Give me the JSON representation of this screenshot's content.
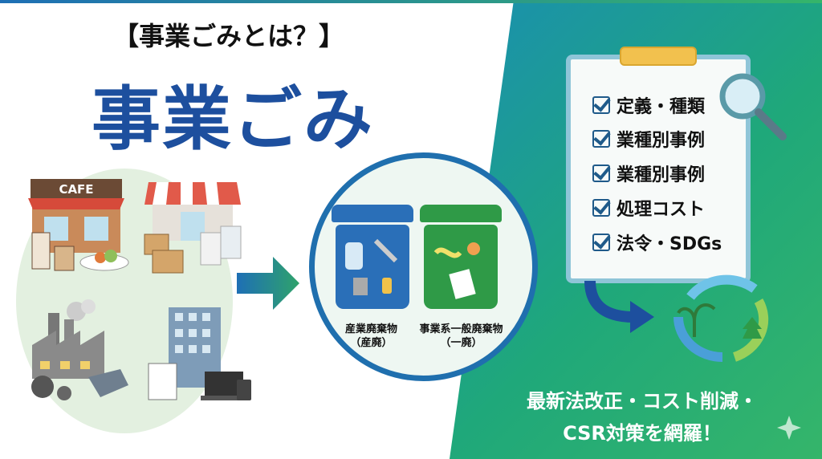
{
  "header": {
    "subtitle": "【事業ごみとは？】",
    "title": "事業ごみ"
  },
  "illustrations": {
    "cafe_sign": "CAFE"
  },
  "bins": [
    {
      "label": "産業廃棄物",
      "sub": "（産廃）",
      "color": "#2a6fb8"
    },
    {
      "label": "事業系一般廃棄物",
      "sub": "（一廃）",
      "color": "#2f9a47"
    }
  ],
  "checklist": {
    "items": [
      "定義・種類",
      "業種別事例",
      "業種別事例",
      "処理コスト",
      "法令・SDGs"
    ]
  },
  "footer": {
    "line1": "最新法改正・コスト削減・",
    "line2": "CSR対策を網羅！"
  },
  "colors": {
    "title": "#1d4f9e",
    "gradient_start": "#1e6fb5",
    "gradient_end": "#35b56a"
  }
}
